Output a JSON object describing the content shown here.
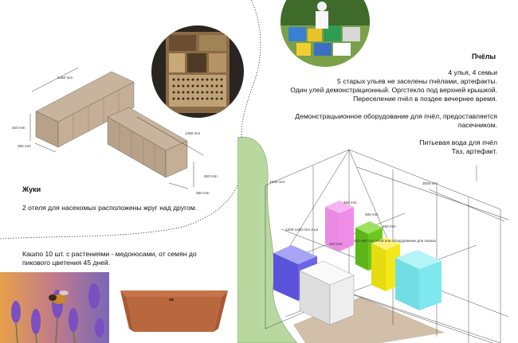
{
  "beetles": {
    "title": "Жуки",
    "description": "2 отеля для насекомых расположены жруг над другом.",
    "dims": {
      "len_top": "1450 mm",
      "len_bottom": "1450 mm",
      "height": "450 mm",
      "depth": "250 mm",
      "height2": "450 mm",
      "depth2": "250 mm"
    }
  },
  "bees": {
    "title": "Пчёлы",
    "lines": [
      "4 улья, 4 семьи",
      "5 старых ульев не заселены пчёлами, артефакты.",
      "Один улей демонстрационный. Оргстекло под верхней крышкой.",
      "Переселение пчёл в поздее вечернее время.",
      "",
      "Демонстрацыионное оборудование для пчёл, предоставляется",
      "пасечником.",
      "",
      "Питьевая вода для пчёл",
      "Таз, артефакт."
    ]
  },
  "planters": {
    "description": "Кашпо 10 шт. с растениями - медоносами, от семян до пикового цветения 45 дней."
  },
  "diagram": {
    "dim_1500": "1500 mm",
    "dim_3000": "3000 mm",
    "dim_450_a": "450 mm",
    "dim_450_b": "450 mm",
    "dim_450_c": "450 mm",
    "dim_450_d": "450 mm",
    "dim_stack": "1200-1450 mm 2 шт",
    "label_hives": "450-450 mm Улей или оборудование для показа",
    "colors": {
      "green_area": "#b8d8a0",
      "blue": "#6b63e8",
      "white": "#eeeeee",
      "pink": "#f08ce8",
      "green": "#6cc81e",
      "yellow": "#f2e81a",
      "cyan": "#7ee8ee",
      "wood": "#c9b49a"
    }
  }
}
